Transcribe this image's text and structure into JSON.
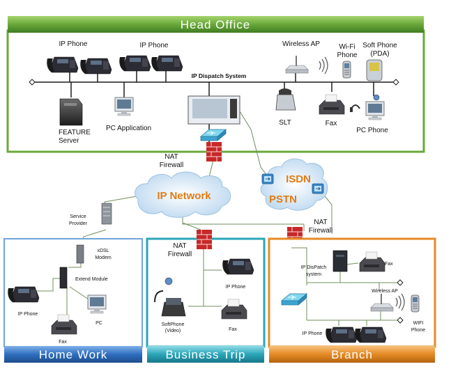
{
  "head_office": {
    "title": "Head Office",
    "ip_phone_1": "IP Phone",
    "ip_phone_2": "IP Phone",
    "wireless_ap": "Wireless AP",
    "wifi_phone_l1": "Wi-Fi",
    "wifi_phone_l2": "Phone",
    "soft_phone_l1": "Soft Phone",
    "soft_phone_l2": "(PDA)",
    "dispatch": "IP Dispatch System",
    "feature_l1": "FEATURE",
    "feature_l2": "Server",
    "pc_app": "PC Application",
    "slt": "SLT",
    "fax": "Fax",
    "pc_phone": "PC Phone"
  },
  "network": {
    "nat_l1": "NAT",
    "nat_l2": "Firewall",
    "ip_network": "IP Network",
    "isdn": "ISDN",
    "pstn": "PSTN",
    "sp_l1": "Service",
    "sp_l2": "Provider",
    "nat_branch_l1": "NAT",
    "nat_branch_l2": "Firewall"
  },
  "home_work": {
    "title": "Home Work",
    "xdsl_l1": "xDSL",
    "xdsl_l2": "Modem",
    "extend": "Extend Module",
    "ip_phone": "IP Phone",
    "pc": "PC",
    "fax": "Fax"
  },
  "business_trip": {
    "title": "Business Trip",
    "nat_l1": "NAT",
    "nat_l2": "Firewall",
    "ip_phone": "IP Phone",
    "soft_l1": "SoftPhone",
    "soft_l2": "(Video)",
    "fax": "Fax"
  },
  "branch": {
    "title": "Branch",
    "dispatch_l1": "IP DisPatch",
    "dispatch_l2": "system",
    "fax": "Fax",
    "wireless_ap": "Wireless AP",
    "ip_phone": "IP Phone",
    "wifi_l1": "WIFI",
    "wifi_l2": "Phone"
  },
  "colors": {
    "head_green": "#6aa83a",
    "home_blue": "#2f6fbf",
    "trip_teal": "#2aa6b8",
    "branch_orange": "#e58a24"
  }
}
